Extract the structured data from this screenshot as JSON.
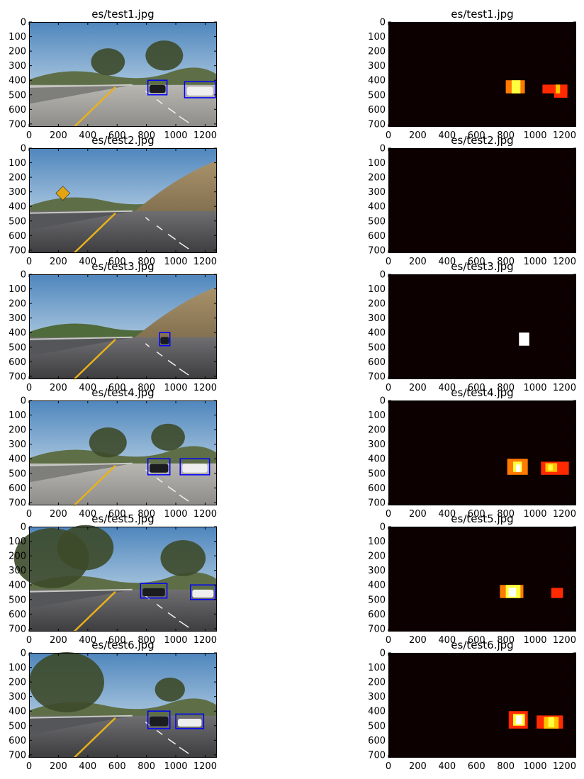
{
  "figure": {
    "rows": 6,
    "columns": 2,
    "background": "#ffffff"
  },
  "colors": {
    "heatmap_background": "#0c0000",
    "bounding_box": "#0000ff",
    "axes_frame": "#000000",
    "hot_scale": [
      "#0c0000",
      "#b30000",
      "#ff2a00",
      "#ff7a00",
      "#ffc400",
      "#ffff40",
      "#ffffff"
    ]
  },
  "chart_data": [
    {
      "type": "image",
      "title": "es/test1.jpg",
      "scene": "road with trees, two cars on right lane",
      "xlim": [
        0,
        1280
      ],
      "ylim": [
        720,
        0
      ],
      "xticks": [
        0,
        200,
        400,
        600,
        800,
        1000,
        1200
      ],
      "yticks": [
        0,
        100,
        200,
        300,
        400,
        500,
        600,
        700
      ],
      "boxes": [
        {
          "x0": 810,
          "y0": 400,
          "x1": 940,
          "y1": 500
        },
        {
          "x0": 1060,
          "y0": 410,
          "x1": 1270,
          "y1": 520
        }
      ]
    },
    {
      "type": "heatmap",
      "title": "es/test1.jpg",
      "colormap": "hot",
      "xlim": [
        0,
        1280
      ],
      "ylim": [
        720,
        0
      ],
      "xticks": [
        0,
        200,
        400,
        600,
        800,
        1000,
        1200
      ],
      "yticks": [
        0,
        100,
        200,
        300,
        400,
        500,
        600,
        700
      ],
      "cells": [
        {
          "x0": 800,
          "y0": 400,
          "x1": 930,
          "y1": 490,
          "level": 0.55
        },
        {
          "x0": 840,
          "y0": 400,
          "x1": 900,
          "y1": 490,
          "level": 0.85
        },
        {
          "x0": 1050,
          "y0": 430,
          "x1": 1220,
          "y1": 490,
          "level": 0.35
        },
        {
          "x0": 1130,
          "y0": 430,
          "x1": 1220,
          "y1": 520,
          "level": 0.35
        },
        {
          "x0": 1140,
          "y0": 430,
          "x1": 1170,
          "y1": 490,
          "level": 0.6
        }
      ]
    },
    {
      "type": "image",
      "title": "es/test2.jpg",
      "scene": "empty road with yellow sign",
      "xlim": [
        0,
        1280
      ],
      "ylim": [
        720,
        0
      ],
      "xticks": [
        0,
        200,
        400,
        600,
        800,
        1000,
        1200
      ],
      "yticks": [
        0,
        100,
        200,
        300,
        400,
        500,
        600,
        700
      ],
      "boxes": []
    },
    {
      "type": "heatmap",
      "title": "es/test2.jpg",
      "colormap": "hot",
      "xlim": [
        0,
        1280
      ],
      "ylim": [
        720,
        0
      ],
      "xticks": [
        0,
        200,
        400,
        600,
        800,
        1000,
        1200
      ],
      "yticks": [
        0,
        100,
        200,
        300,
        400,
        500,
        600,
        700
      ],
      "cells": []
    },
    {
      "type": "image",
      "title": "es/test3.jpg",
      "scene": "road with hillside, one distant car",
      "xlim": [
        0,
        1280
      ],
      "ylim": [
        720,
        0
      ],
      "xticks": [
        0,
        200,
        400,
        600,
        800,
        1000,
        1200
      ],
      "yticks": [
        0,
        100,
        200,
        300,
        400,
        500,
        600,
        700
      ],
      "boxes": [
        {
          "x0": 890,
          "y0": 400,
          "x1": 960,
          "y1": 490
        }
      ]
    },
    {
      "type": "heatmap",
      "title": "es/test3.jpg",
      "colormap": "hot",
      "xlim": [
        0,
        1280
      ],
      "ylim": [
        720,
        0
      ],
      "xticks": [
        0,
        200,
        400,
        600,
        800,
        1000,
        1200
      ],
      "yticks": [
        0,
        100,
        200,
        300,
        400,
        500,
        600,
        700
      ],
      "cells": [
        {
          "x0": 890,
          "y0": 400,
          "x1": 960,
          "y1": 490,
          "level": 1.0
        }
      ]
    },
    {
      "type": "image",
      "title": "es/test4.jpg",
      "scene": "road with trees, two cars on right lane",
      "xlim": [
        0,
        1280
      ],
      "ylim": [
        720,
        0
      ],
      "xticks": [
        0,
        200,
        400,
        600,
        800,
        1000,
        1200
      ],
      "yticks": [
        0,
        100,
        200,
        300,
        400,
        500,
        600,
        700
      ],
      "boxes": [
        {
          "x0": 810,
          "y0": 400,
          "x1": 960,
          "y1": 510
        },
        {
          "x0": 1030,
          "y0": 400,
          "x1": 1230,
          "y1": 510
        }
      ]
    },
    {
      "type": "heatmap",
      "title": "es/test4.jpg",
      "colormap": "hot",
      "xlim": [
        0,
        1280
      ],
      "ylim": [
        720,
        0
      ],
      "xticks": [
        0,
        200,
        400,
        600,
        800,
        1000,
        1200
      ],
      "yticks": [
        0,
        100,
        200,
        300,
        400,
        500,
        600,
        700
      ],
      "cells": [
        {
          "x0": 810,
          "y0": 400,
          "x1": 950,
          "y1": 510,
          "level": 0.45
        },
        {
          "x0": 850,
          "y0": 420,
          "x1": 910,
          "y1": 490,
          "level": 0.8
        },
        {
          "x0": 870,
          "y0": 440,
          "x1": 900,
          "y1": 490,
          "level": 0.95
        },
        {
          "x0": 1040,
          "y0": 420,
          "x1": 1230,
          "y1": 510,
          "level": 0.4
        },
        {
          "x0": 1070,
          "y0": 430,
          "x1": 1150,
          "y1": 490,
          "level": 0.7
        },
        {
          "x0": 1090,
          "y0": 440,
          "x1": 1120,
          "y1": 480,
          "level": 0.85
        }
      ]
    },
    {
      "type": "image",
      "title": "es/test5.jpg",
      "scene": "road under dense trees, two cars",
      "xlim": [
        0,
        1280
      ],
      "ylim": [
        720,
        0
      ],
      "xticks": [
        0,
        200,
        400,
        600,
        800,
        1000,
        1200
      ],
      "yticks": [
        0,
        100,
        200,
        300,
        400,
        500,
        600,
        700
      ],
      "boxes": [
        {
          "x0": 760,
          "y0": 390,
          "x1": 940,
          "y1": 490
        },
        {
          "x0": 1100,
          "y0": 400,
          "x1": 1270,
          "y1": 500
        }
      ]
    },
    {
      "type": "heatmap",
      "title": "es/test5.jpg",
      "colormap": "hot",
      "xlim": [
        0,
        1280
      ],
      "ylim": [
        720,
        0
      ],
      "xticks": [
        0,
        200,
        400,
        600,
        800,
        1000,
        1200
      ],
      "yticks": [
        0,
        100,
        200,
        300,
        400,
        500,
        600,
        700
      ],
      "cells": [
        {
          "x0": 760,
          "y0": 400,
          "x1": 920,
          "y1": 490,
          "level": 0.45
        },
        {
          "x0": 800,
          "y0": 400,
          "x1": 900,
          "y1": 490,
          "level": 0.75
        },
        {
          "x0": 820,
          "y0": 420,
          "x1": 870,
          "y1": 480,
          "level": 0.92
        },
        {
          "x0": 1110,
          "y0": 420,
          "x1": 1190,
          "y1": 490,
          "level": 0.35
        }
      ]
    },
    {
      "type": "image",
      "title": "es/test6.jpg",
      "scene": "road with large tree, two cars",
      "xlim": [
        0,
        1280
      ],
      "ylim": [
        720,
        0
      ],
      "xticks": [
        0,
        200,
        400,
        600,
        800,
        1000,
        1200
      ],
      "yticks": [
        0,
        100,
        200,
        300,
        400,
        500,
        600,
        700
      ],
      "boxes": [
        {
          "x0": 810,
          "y0": 400,
          "x1": 960,
          "y1": 520
        },
        {
          "x0": 1000,
          "y0": 420,
          "x1": 1190,
          "y1": 520
        }
      ]
    },
    {
      "type": "heatmap",
      "title": "es/test6.jpg",
      "colormap": "hot",
      "xlim": [
        0,
        1280
      ],
      "ylim": [
        720,
        0
      ],
      "xticks": [
        0,
        200,
        400,
        600,
        800,
        1000,
        1200
      ],
      "yticks": [
        0,
        100,
        200,
        300,
        400,
        500,
        600,
        700
      ],
      "cells": [
        {
          "x0": 820,
          "y0": 400,
          "x1": 950,
          "y1": 520,
          "level": 0.4
        },
        {
          "x0": 850,
          "y0": 420,
          "x1": 930,
          "y1": 500,
          "level": 0.75
        },
        {
          "x0": 870,
          "y0": 430,
          "x1": 910,
          "y1": 490,
          "level": 1.0
        },
        {
          "x0": 1010,
          "y0": 430,
          "x1": 1190,
          "y1": 520,
          "level": 0.4
        },
        {
          "x0": 1060,
          "y0": 440,
          "x1": 1160,
          "y1": 520,
          "level": 0.65
        },
        {
          "x0": 1090,
          "y0": 440,
          "x1": 1130,
          "y1": 510,
          "level": 0.85
        }
      ]
    }
  ]
}
